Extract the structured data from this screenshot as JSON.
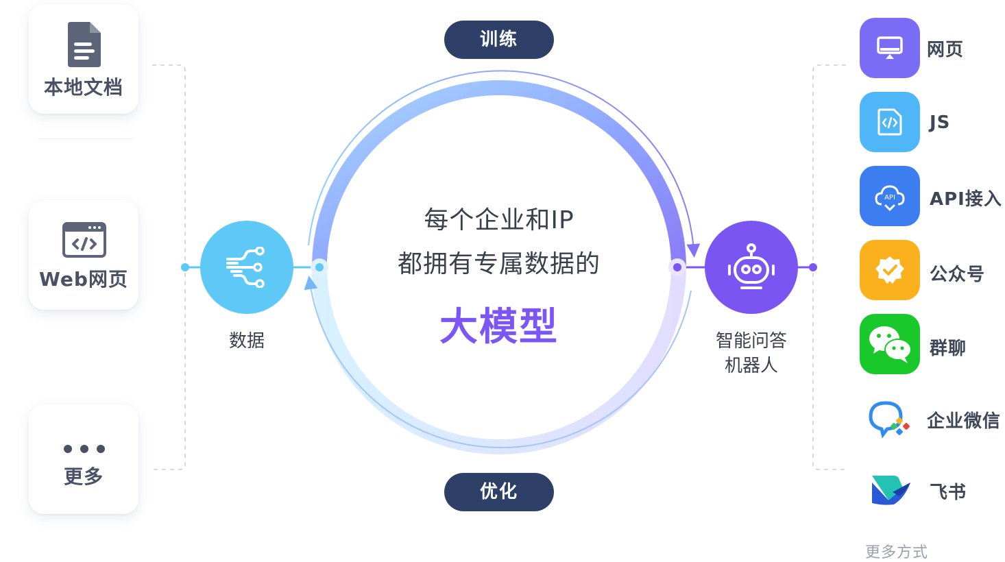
{
  "sources": [
    {
      "label": "本地文档",
      "icon": "document-icon"
    },
    {
      "label": "Web网页",
      "icon": "web-code-icon"
    },
    {
      "label": "更多",
      "icon": "more-dots-icon"
    }
  ],
  "data_node": {
    "label": "数据",
    "icon": "data-flow-icon"
  },
  "cycle": {
    "top_label": "训练",
    "bottom_label": "优化"
  },
  "center": {
    "line1": "每个企业和IP",
    "line2": "都拥有专属数据的",
    "highlight": "大模型"
  },
  "bot_node": {
    "label_line1": "智能问答",
    "label_line2": "机器人",
    "icon": "robot-icon"
  },
  "channels": [
    {
      "label": "网页",
      "icon": "monitor-icon",
      "color": "#7b6cf6"
    },
    {
      "label": "JS",
      "icon": "code-file-icon",
      "color": "#4fb6f7"
    },
    {
      "label": "API接入",
      "icon": "api-cloud-icon",
      "color": "#3c7ef0"
    },
    {
      "label": "公众号",
      "icon": "verified-badge-icon",
      "color": "#fbb11d"
    },
    {
      "label": "群聊",
      "icon": "wechat-icon",
      "color": "#19c82a"
    },
    {
      "label": "企业微信",
      "icon": "wecom-icon",
      "color": "#2f8cf0"
    },
    {
      "label": "飞书",
      "icon": "feishu-icon",
      "color": "#1c8fd8"
    }
  ],
  "more_channels": "更多方式",
  "colors": {
    "accent": "#7c55f5",
    "pill": "#2e4068",
    "data_node": "#5ec9f7",
    "bot_node": "#7b55f2"
  }
}
